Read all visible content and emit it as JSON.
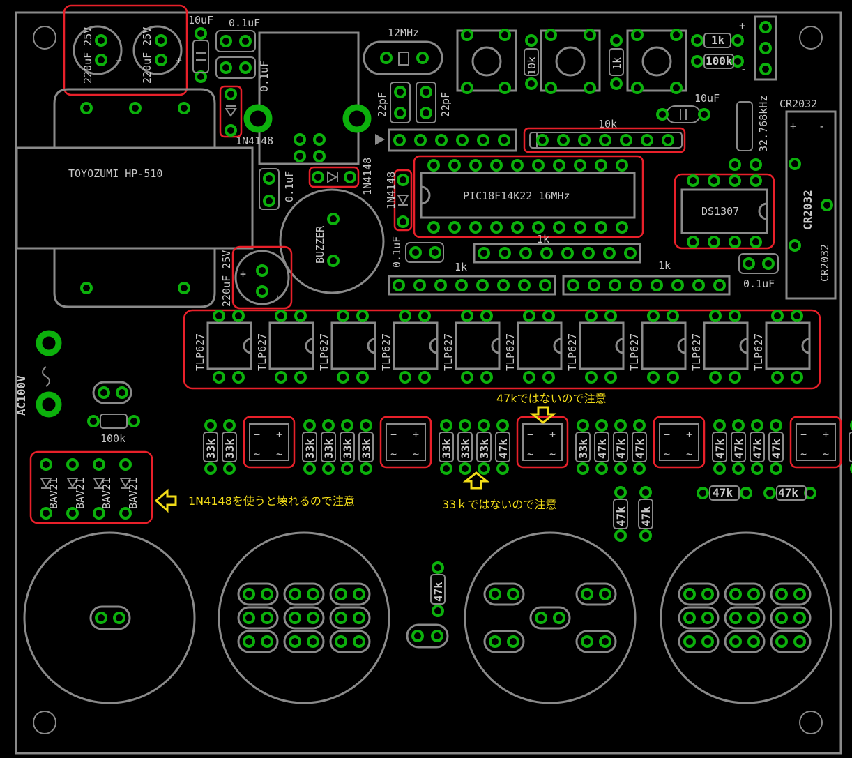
{
  "labels": {
    "cap_220_1": "220uF 25V",
    "cap_220_2": "220uF 25V",
    "cap_10uf_top": "10uF",
    "cap_01_top": "0.1uF",
    "cap_01_vert": "0.1uF",
    "xtal": "12MHz",
    "cap_22pf_1": "22pF",
    "cap_22pf_2": "22pF",
    "res_10k_a": "10k",
    "res_1k_a": "1k",
    "res_1k_top": "1k",
    "res_100k_top": "100k",
    "plus": "+",
    "minus": "-",
    "cap_10uf_right": "10uF",
    "xtal_32k": "32.768kHz",
    "cr2032_top": "CR2032",
    "cr2032_vert1": "CR2032",
    "cr2032_vert2": "CR2032",
    "diode_1n4148_a": "1N4148",
    "diode_1n4148_b": "1N4148",
    "diode_1n4148_c": "1N4148",
    "transformer": "TOYOZUMI HP-510",
    "cap_01_left": "0.1uF",
    "buzzer": "BUZZER",
    "cap_220_3": "220uF 25V",
    "mcu": "PIC18F14K22 16MHz",
    "rtc": "DS1307",
    "rnet_10k": "10k",
    "rnet_1k_a": "1k",
    "rnet_1k_b": "1k",
    "rnet_1k_c": "1k",
    "cap_01_mid": "0.1uF",
    "cap_01_right": "0.1uF",
    "optocoupler": "TLP627",
    "ac100v": "AC100V",
    "res_100k_left": "100k",
    "res_33k": "33k",
    "res_47k": "47k",
    "diode_bav21": "BAV21",
    "note_47k": "47kではないので注意",
    "note_33k": "33ｋではないので注意",
    "note_1n4148": "1N4148を使うと壊れるので注意"
  },
  "colors": {
    "background": "#000000",
    "silkscreen": "#8a8a8a",
    "pad": "#0cb00c",
    "highlight": "#e8202a",
    "annotation": "#f2dc18"
  }
}
